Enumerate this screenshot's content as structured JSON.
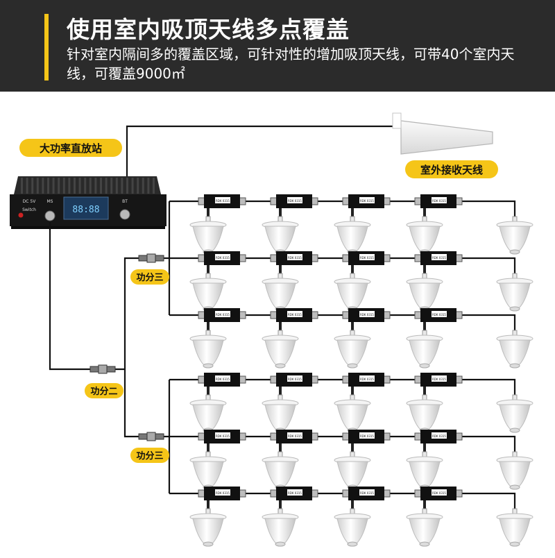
{
  "header": {
    "title": "使用室内吸顶天线多点覆盖",
    "description": "针对室内隔间多的覆盖区域，可针对性的增加吸顶天线，可带40个室内天线，可覆盖9000㎡",
    "accent_color": "#f5c518",
    "background_color": "#2b2b2b"
  },
  "labels": {
    "repeater": "大功率直放站",
    "outdoor_antenna": "室外接收天线",
    "splitter_2way": "功分二",
    "splitter_3way": "功分三"
  },
  "repeater_panel": {
    "port_left": "DC 5V",
    "port_switch": "Switch",
    "port_ms": "MS",
    "port_bt": "BT",
    "display": "88:88"
  },
  "coupler_label": "RDK 0315",
  "groups": 2,
  "branches_per_group": 3,
  "couplers_per_branch": 4,
  "ceiling_antennas_per_branch": 5,
  "icons": [
    "outdoor-panel-antenna-icon",
    "repeater-unit-icon",
    "splitter-icon",
    "coupler-icon",
    "ceiling-antenna-icon"
  ]
}
